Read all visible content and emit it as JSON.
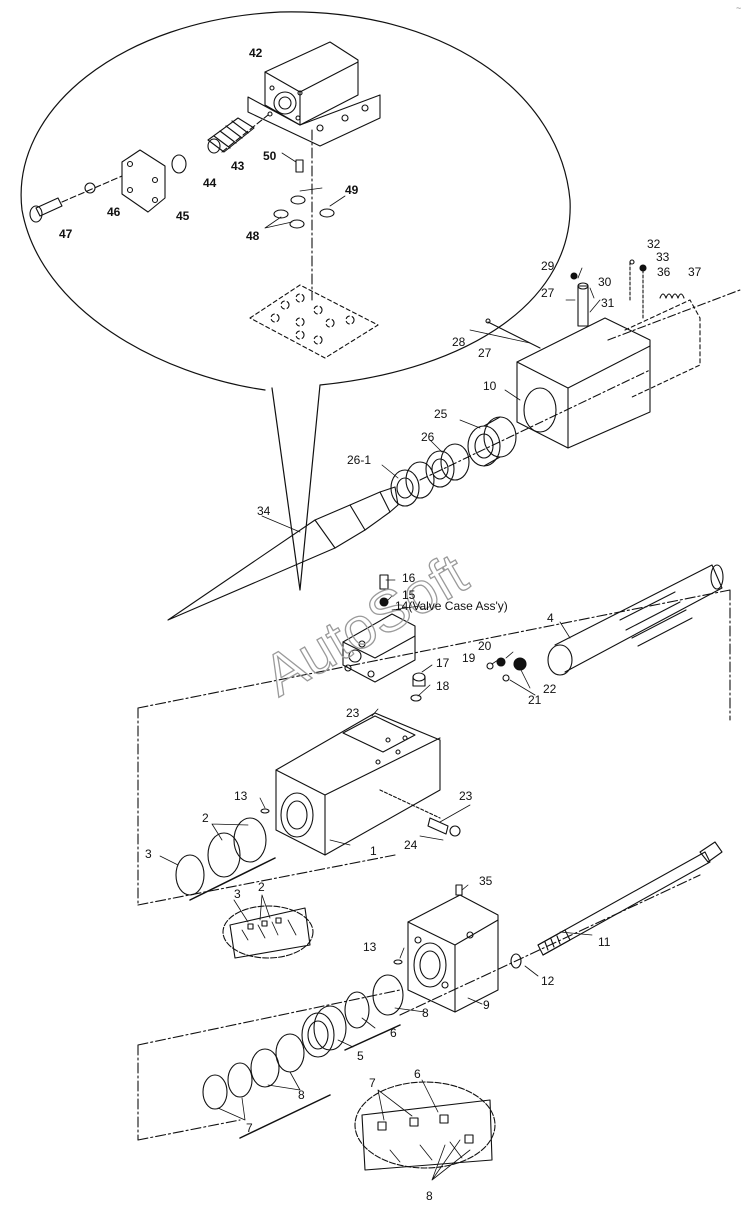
{
  "watermark": "AutoSoft",
  "corner_mark": "~",
  "labels": {
    "p42": "42",
    "p50": "50",
    "p43": "43",
    "p44": "44",
    "p45": "45",
    "p46": "46",
    "p47": "47",
    "p49": "49",
    "p48": "48",
    "p32": "32",
    "p33": "33",
    "p36": "36",
    "p37": "37",
    "p29": "29",
    "p30": "30",
    "p27a": "27",
    "p31": "31",
    "p28": "28",
    "p27b": "27",
    "p10": "10",
    "p25": "25",
    "p26": "26",
    "p26_1": "26-1",
    "p34": "34",
    "p16": "16",
    "p15": "15",
    "p14": "14(Valve Case Ass'y)",
    "p4": "4",
    "p17": "17",
    "p18": "18",
    "p19": "19",
    "p20": "20",
    "p21": "21",
    "p22": "22",
    "p23a": "23",
    "p23b": "23",
    "p24": "24",
    "p13a": "13",
    "p1": "1",
    "p2a": "2",
    "p3a": "3",
    "p3b": "3",
    "p2b": "2",
    "p35": "35",
    "p13b": "13",
    "p9": "9",
    "p11": "11",
    "p12": "12",
    "p8a": "8",
    "p6a": "6",
    "p5": "5",
    "p8b": "8",
    "p7a": "7",
    "p7b": "7",
    "p6b": "6",
    "p8c": "8"
  }
}
